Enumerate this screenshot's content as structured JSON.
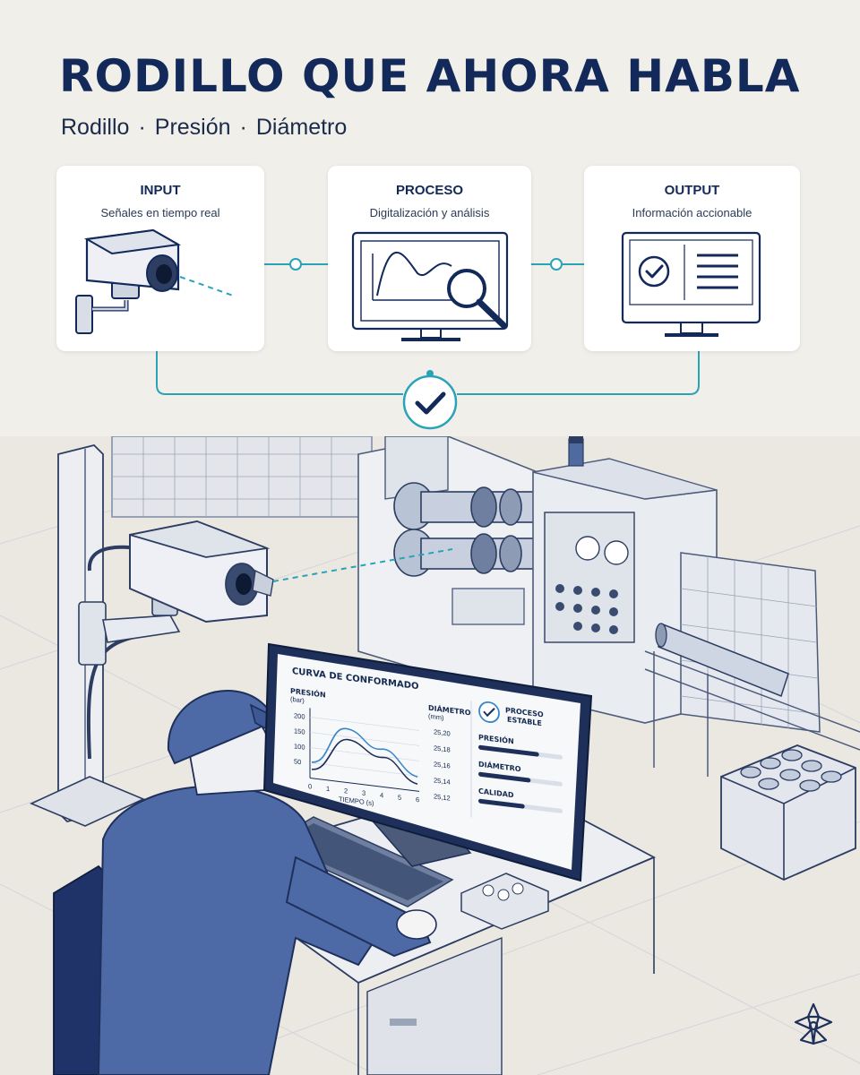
{
  "header": {
    "title": "RODILLO QUE AHORA HABLA",
    "subtitle_items": [
      "Rodillo",
      "Presión",
      "Diámetro"
    ],
    "separator": "·"
  },
  "cards": [
    {
      "title": "INPUT",
      "subtitle": "Señales en tiempo real",
      "icon": "camera-icon"
    },
    {
      "title": "PROCESO",
      "subtitle": "Digitalización y análisis",
      "icon": "monitor-chart-magnifier-icon"
    },
    {
      "title": "OUTPUT",
      "subtitle": "Información accionable",
      "icon": "monitor-check-list-icon"
    }
  ],
  "flow": {
    "loop_icon": "check-circle-icon"
  },
  "monitor": {
    "chart_title": "CURVA DE CONFORMADO",
    "left_axis_label": "PRESIÓN",
    "left_axis_unit": "(bar)",
    "left_ticks": [
      "200",
      "150",
      "100",
      "50"
    ],
    "right_axis_label": "DIÁMETRO",
    "right_axis_unit": "(mm)",
    "right_ticks": [
      "25,20",
      "25,18",
      "25,16",
      "25,14",
      "25,12"
    ],
    "x_ticks": [
      "0",
      "1",
      "2",
      "3",
      "4",
      "5",
      "6"
    ],
    "x_label": "TIEMPO (s)",
    "status_line1": "PROCESO",
    "status_line2": "ESTABLE",
    "bars": [
      {
        "label": "PRESIÓN",
        "level": 0.72
      },
      {
        "label": "DIÁMETRO",
        "level": 0.62
      },
      {
        "label": "CALIDAD",
        "level": 0.55
      }
    ]
  },
  "logo": {
    "icon": "brand-logo-icon"
  },
  "colors": {
    "navy": "#12295a",
    "teal": "#2aa3b8",
    "accent_blue": "#3f63a8",
    "background": "#f1efe9"
  }
}
